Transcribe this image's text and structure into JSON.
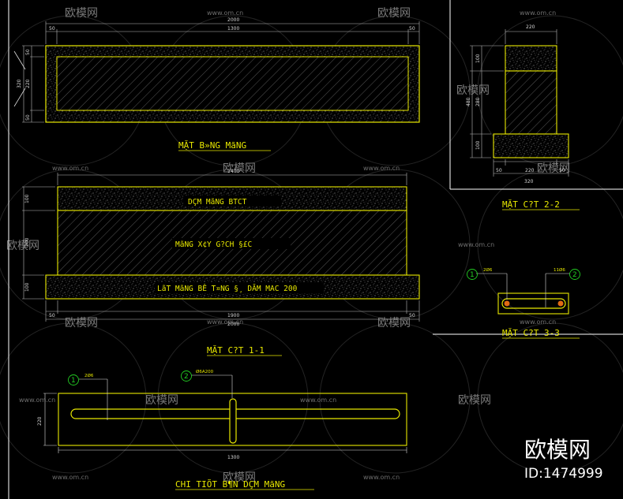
{
  "watermark": {
    "site": "www.om.cn",
    "brand": "欧模网"
  },
  "logo": {
    "brand": "欧模网",
    "id_text": "ID:1474999"
  },
  "plan_view": {
    "title": "MẶT B»NG MãNG",
    "dims_top": [
      "50",
      "1300",
      "50"
    ],
    "dim_total": "2000",
    "dims_left": [
      "50",
      "220",
      "50"
    ],
    "dim_left_total": "320"
  },
  "section_1": {
    "title": "MẶT C?T 1-1",
    "top_dim": "1400",
    "label_beam": "DÇM MãNG BTCT",
    "label_wall": "MãNG X¢Y G?CH §£C",
    "label_base": "LãT MãNG BÊ T¤NG §¸ DĂM MAC 200",
    "dims_left": [
      "100",
      "200",
      "100"
    ],
    "dims_bottom": [
      "50",
      "1900",
      "50"
    ],
    "dim_total": "2000"
  },
  "section_2": {
    "title": "MẶT C?T 2-2",
    "top_dim": "220",
    "dims_left": [
      "100",
      "280",
      "100"
    ],
    "dim_left_total": "480",
    "dims_bottom": [
      "50",
      "220",
      "50"
    ],
    "dim_total": "320"
  },
  "section_3": {
    "title": "MẶT C?T 3-3",
    "mark_1": "1",
    "mark_2": "2",
    "note_1": "2Ø6",
    "note_2": "11Ø6"
  },
  "beam_detail": {
    "title": "CHI TIÕT B¶N DÇM MãNG",
    "mark_1": "1",
    "mark_2": "2",
    "note_1": "2Ø6",
    "note_2": "Ø6A200",
    "dim_left": "220",
    "dim_bottom": "1300"
  }
}
